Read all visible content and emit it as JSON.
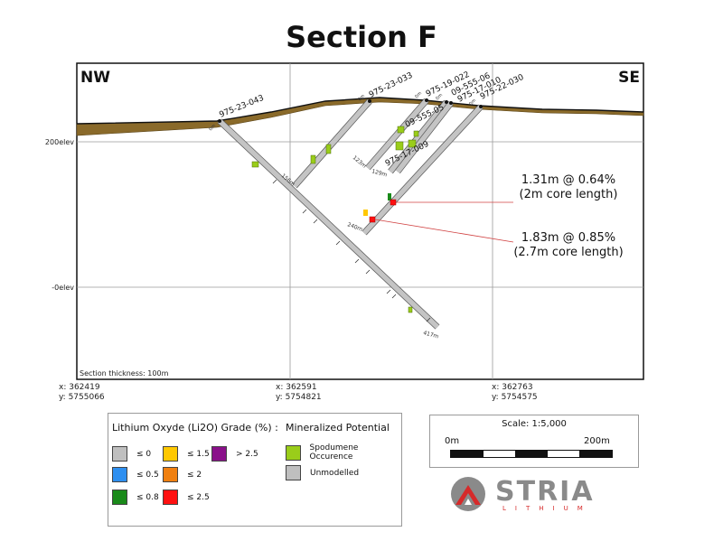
{
  "title": "Section F",
  "orientation": {
    "left": "NW",
    "right": "SE"
  },
  "elevations": [
    "200elev",
    "-0elev"
  ],
  "section_thickness": "Section thickness: 100m",
  "coordinates": [
    {
      "x": "x: 362419",
      "y": "y: 5755066"
    },
    {
      "x": "x: 362591",
      "y": "y: 5754821"
    },
    {
      "x": "x: 362763",
      "y": "y: 5754575"
    }
  ],
  "drill_holes": [
    "975-23-043",
    "975-23-033",
    "975-19-022",
    "09-555-06",
    "975-17-010",
    "975-22-030",
    "09-555-05",
    "975-17-009"
  ],
  "depth_labels": [
    "0m",
    "0m",
    "0m",
    "0m",
    "0m",
    "156m",
    "123m",
    "129m",
    "240m",
    "417m"
  ],
  "intercepts": [
    {
      "value": "1.31m @ 0.64%",
      "note": "(2m core length)"
    },
    {
      "value": "1.83m @ 0.85%",
      "note": "(2.7m core length)"
    }
  ],
  "legend": {
    "grade_title": "Lithium Oxyde (Li2O) Grade (%) :",
    "grade_items": [
      {
        "label": "≤ 0",
        "color": "#bfbfbf"
      },
      {
        "label": "≤ 0.5",
        "color": "#2e8ff0"
      },
      {
        "label": "≤ 0.8",
        "color": "#1a8a1a"
      },
      {
        "label": "≤ 1.5",
        "color": "#ffc800"
      },
      {
        "label": "≤ 2",
        "color": "#f08010"
      },
      {
        "label": "≤ 2.5",
        "color": "#ff1010"
      },
      {
        "label": "> 2.5",
        "color": "#8a108a"
      }
    ],
    "potential_title": "Mineralized Potential",
    "potential_items": [
      {
        "label": "Spodumene Occurence",
        "color": "#9acd1a"
      },
      {
        "label": "Unmodelled",
        "color": "#bfbfbf"
      }
    ]
  },
  "scale": {
    "title": "Scale: 1:5,000",
    "start": "0m",
    "end": "200m"
  },
  "logo": {
    "name": "STRIA",
    "tagline": "LITHIUM",
    "red": "#d62a2a",
    "gray": "#8a8a8a"
  },
  "colors": {
    "overburden": "#8a6a2a",
    "hole": "#c4c4c4",
    "spodumene": "#9acd1a",
    "intercept_line": "#d04040"
  }
}
